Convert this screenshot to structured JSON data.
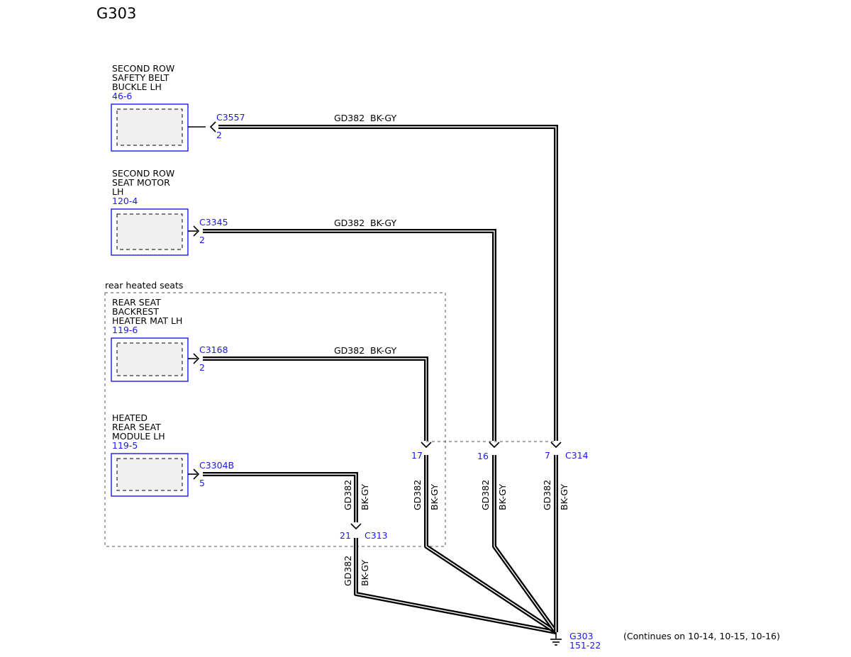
{
  "title": "G303",
  "group_label": "rear heated seats",
  "components": [
    {
      "lines": [
        "SECOND ROW",
        "SAFETY BELT",
        "BUCKLE LH"
      ],
      "ref": "46-6"
    },
    {
      "lines": [
        "SECOND ROW",
        "SEAT MOTOR",
        "LH"
      ],
      "ref": "120-4"
    },
    {
      "lines": [
        "REAR SEAT",
        "BACKREST",
        "HEATER MAT LH"
      ],
      "ref": "119-6"
    },
    {
      "lines": [
        "HEATED",
        "REAR SEAT",
        "MODULE LH"
      ],
      "ref": "119-5"
    }
  ],
  "connectors": [
    {
      "name": "C3557",
      "pin": "2"
    },
    {
      "name": "C3345",
      "pin": "2"
    },
    {
      "name": "C3168",
      "pin": "2"
    },
    {
      "name": "C3304B",
      "pin": "5"
    }
  ],
  "wire": {
    "circuit": "GD382",
    "color": "BK-GY"
  },
  "inline_c314": {
    "name": "C314",
    "pins": [
      "17",
      "16",
      "7"
    ]
  },
  "inline_c313": {
    "name": "C313",
    "pin": "21"
  },
  "ground": {
    "name": "G303",
    "ref": "151-22"
  },
  "continues_note": "(Continues on 10-14, 10-15, 10-16)"
}
